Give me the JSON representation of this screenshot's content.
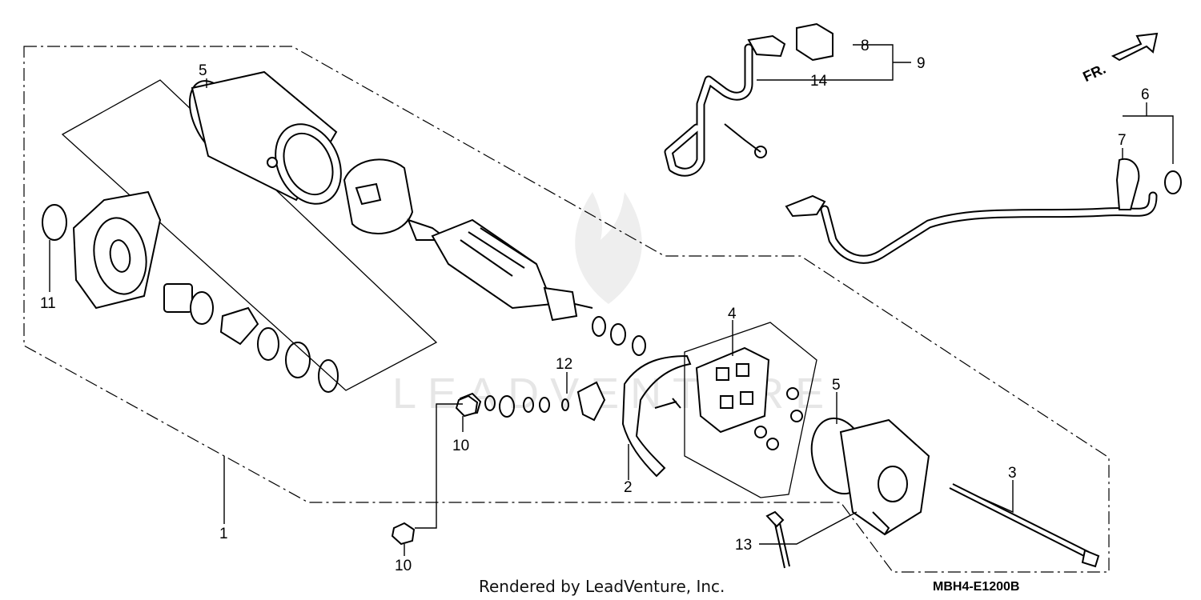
{
  "diagram": {
    "labels": {
      "p1": "1",
      "p2": "2",
      "p3": "3",
      "p4": "4",
      "p5a": "5",
      "p5b": "5",
      "p6": "6",
      "p7": "7",
      "p8": "8",
      "p9": "9",
      "p10a": "10",
      "p10b": "10",
      "p11": "11",
      "p12": "12",
      "p13": "13",
      "p14": "14"
    },
    "direction_marker": "FR.",
    "watermark": "LEADVENTURE",
    "footer_credit": "Rendered by LeadVenture, Inc.",
    "diagram_code": "MBH4-E1200B"
  }
}
